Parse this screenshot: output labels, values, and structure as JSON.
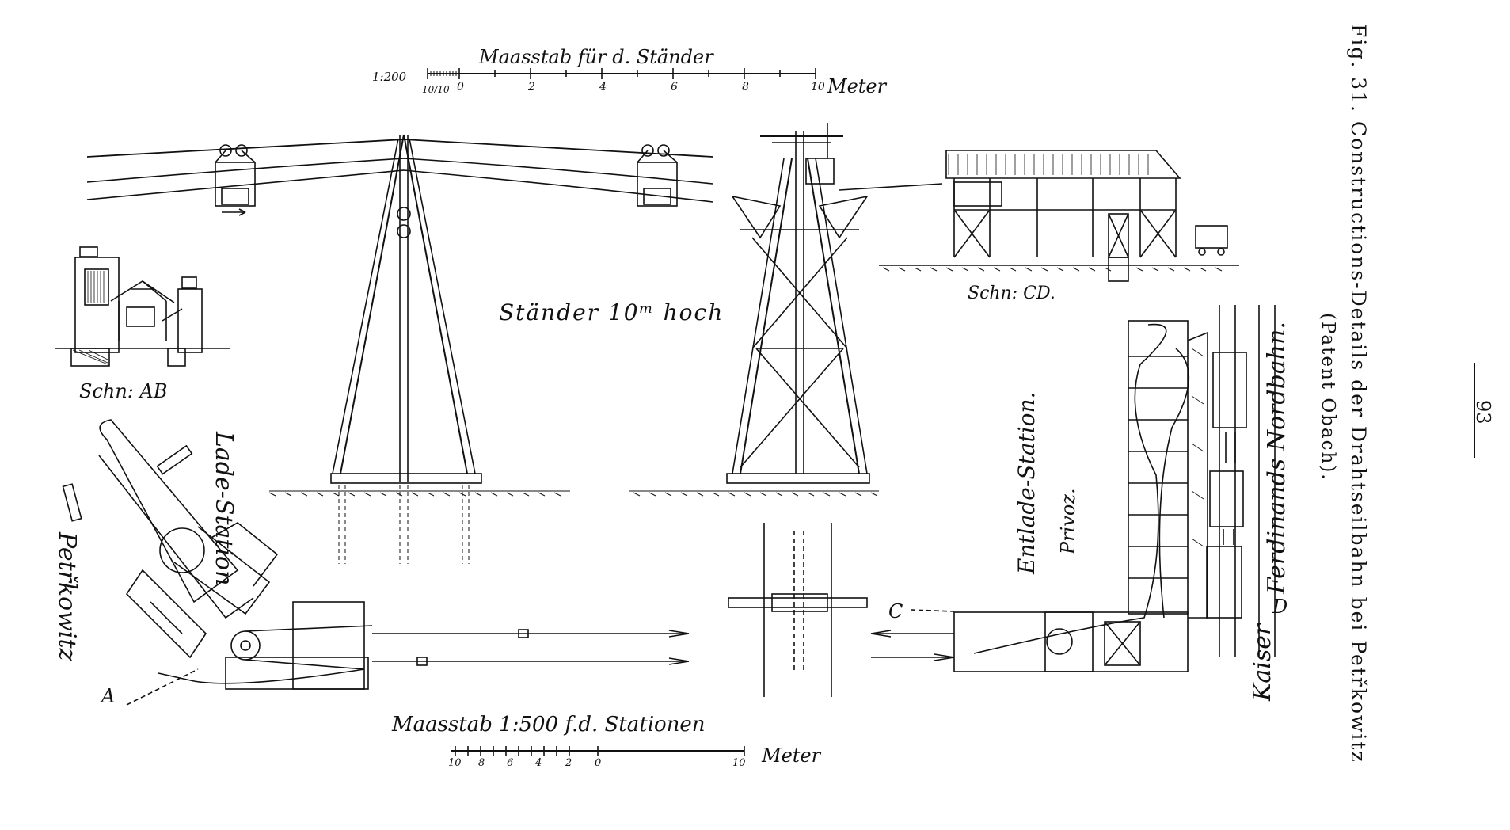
{
  "figure": {
    "caption_title": "Fig. 31. Constructions-Details der Drahtseilbahn bei Petřkowitz",
    "caption_sub": "(Patent Obach).",
    "page_number": "93"
  },
  "scale_top": {
    "title": "Maasstab für d. Ständer",
    "ratio": "1:200",
    "ticks": [
      "10/10",
      "0",
      "2",
      "4",
      "6",
      "8",
      "10"
    ],
    "unit": "Meter"
  },
  "scale_bottom": {
    "title": "Maasstab 1:500 f.d. Stationen",
    "ticks": [
      "10",
      "8",
      "6",
      "4",
      "2",
      "0",
      "10"
    ],
    "unit": "Meter"
  },
  "labels": {
    "staender": "Ständer 10ᵐ hoch",
    "section_ab": "Schn: AB",
    "section_cd": "Schn: CD.",
    "lade_station": "Lade-Station",
    "petrkowitz": "Petřkowitz",
    "entlade_station": "Entlade-Station.",
    "privoz": "Privoz.",
    "ferdinands": "Ferdinands Nordbahn.",
    "kaiser": "Kaiser",
    "a": "A",
    "c": "C",
    "d": "D"
  }
}
